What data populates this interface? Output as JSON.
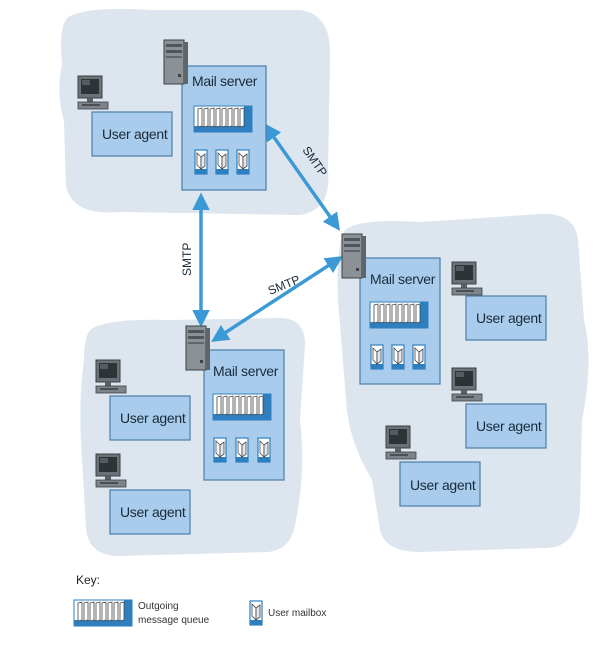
{
  "servers": [
    {
      "id": "top",
      "label": "Mail server"
    },
    {
      "id": "right",
      "label": "Mail server"
    },
    {
      "id": "bottom",
      "label": "Mail server"
    }
  ],
  "user_agents": [
    {
      "id": "ua-top",
      "label": "User agent"
    },
    {
      "id": "ua-right-1",
      "label": "User agent"
    },
    {
      "id": "ua-right-2",
      "label": "User agent"
    },
    {
      "id": "ua-right-3",
      "label": "User agent"
    },
    {
      "id": "ua-bottom-1",
      "label": "User agent"
    },
    {
      "id": "ua-bottom-2",
      "label": "User agent"
    }
  ],
  "links": [
    {
      "id": "top-right",
      "label": "SMTP"
    },
    {
      "id": "top-bottom",
      "label": "SMTP"
    },
    {
      "id": "right-bottom",
      "label": "SMTP"
    }
  ],
  "key": {
    "title": "Key:",
    "queue_line1": "Outgoing",
    "queue_line2": "message queue",
    "mailbox": "User mailbox"
  },
  "colors": {
    "cloud": "#dde6ee",
    "box": "#a9ccec",
    "box_border": "#4a7eaa",
    "arrow": "#3b9ad6",
    "queue_bar": "#2d7fbf"
  },
  "icons": [
    "desktop-computer-icon",
    "server-tower-icon",
    "message-queue-icon",
    "mailbox-icon"
  ]
}
